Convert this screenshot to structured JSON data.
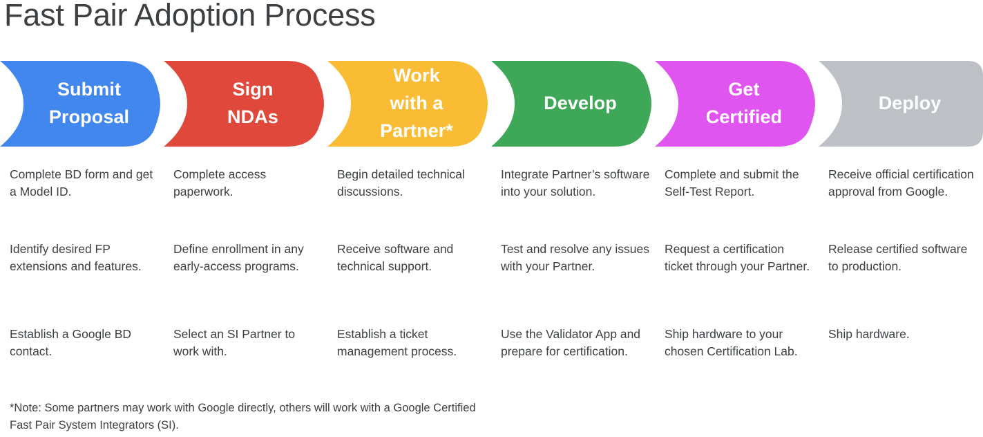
{
  "title": "Fast Pair Adoption Process",
  "colors": {
    "blue": "#4287EE",
    "red": "#E0483C",
    "yellow": "#F9BC34",
    "green": "#3FA858",
    "magenta": "#E055F0",
    "gray": "#BDC1C6",
    "text": "#3c4043",
    "background": "#ffffff"
  },
  "stages": [
    {
      "label": "Submit\nProposal",
      "color": "#4287EE",
      "name": "submit-proposal"
    },
    {
      "label": "Sign\nNDAs",
      "color": "#E0483C",
      "name": "sign-ndas"
    },
    {
      "label": "Work\nwith a\nPartner*",
      "color": "#F9BC34",
      "name": "work-with-a-partner"
    },
    {
      "label": "Develop",
      "color": "#3FA858",
      "name": "develop"
    },
    {
      "label": "Get\nCertified",
      "color": "#E055F0",
      "name": "get-certified"
    },
    {
      "label": "Deploy",
      "color": "#BDC1C6",
      "name": "deploy"
    }
  ],
  "columns": [
    {
      "stage": "Submit Proposal",
      "items": [
        "Complete BD form and get a Model ID.",
        "Identify desired FP extensions and features.",
        "Establish a Google BD contact."
      ]
    },
    {
      "stage": "Sign NDAs",
      "items": [
        "Complete access paperwork.",
        "Define enrollment in any early-access programs.",
        "Select an SI Partner to work with."
      ]
    },
    {
      "stage": "Work with a Partner*",
      "items": [
        "Begin detailed technical discussions.",
        "Receive software and technical support.",
        "Establish a ticket management process."
      ]
    },
    {
      "stage": "Develop",
      "items": [
        "Integrate Partner’s software into your solution.",
        "Test and resolve any issues with your Partner.",
        "Use the Validator App and prepare for certification."
      ]
    },
    {
      "stage": "Get Certified",
      "items": [
        "Complete and submit the Self-Test Report.",
        "Request a certification ticket through your Partner.",
        "Ship hardware to your chosen Certification Lab."
      ]
    },
    {
      "stage": "Deploy",
      "items": [
        "Receive official certification approval from Google.",
        "Release certified software to production.",
        "Ship hardware."
      ]
    }
  ],
  "footnote": "*Note: Some partners may work with Google directly, others will work with a Google Certified Fast Pair System Integrators (SI)."
}
